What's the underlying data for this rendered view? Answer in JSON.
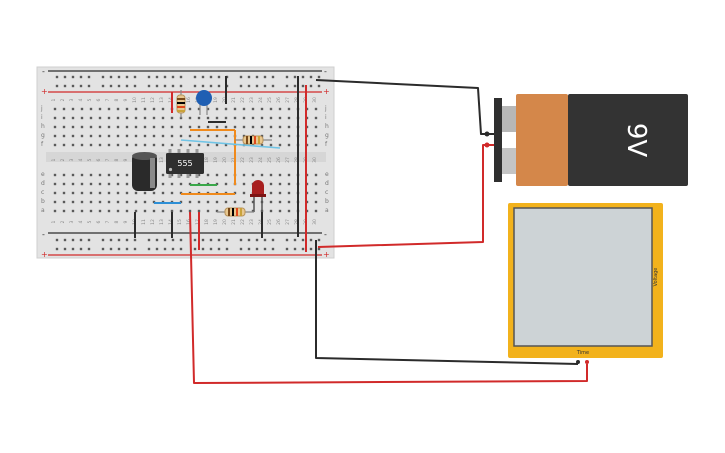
{
  "breadboard": {
    "rail_plus": "+",
    "rail_minus": "-",
    "row_letters_top": [
      "j",
      "i",
      "h",
      "g",
      "f"
    ],
    "row_letters_bottom": [
      "e",
      "d",
      "c",
      "b",
      "a"
    ],
    "column_count": 30
  },
  "components": {
    "ic_label": "555",
    "battery_label": "9V",
    "oscilloscope_axis_x": "Time",
    "oscilloscope_axis_y": "Voltage"
  },
  "colors": {
    "wire_red": "#d12a2a",
    "wire_black": "#2b2b2b",
    "wire_orange": "#f08a1c",
    "wire_green": "#3aa84a",
    "wire_blue": "#2d8fd6",
    "scope_frame": "#f2b21c",
    "scope_screen": "#cdd3d6",
    "battery_body": "#d4874a",
    "battery_cap": "#333333",
    "board": "#e3e3e3"
  }
}
